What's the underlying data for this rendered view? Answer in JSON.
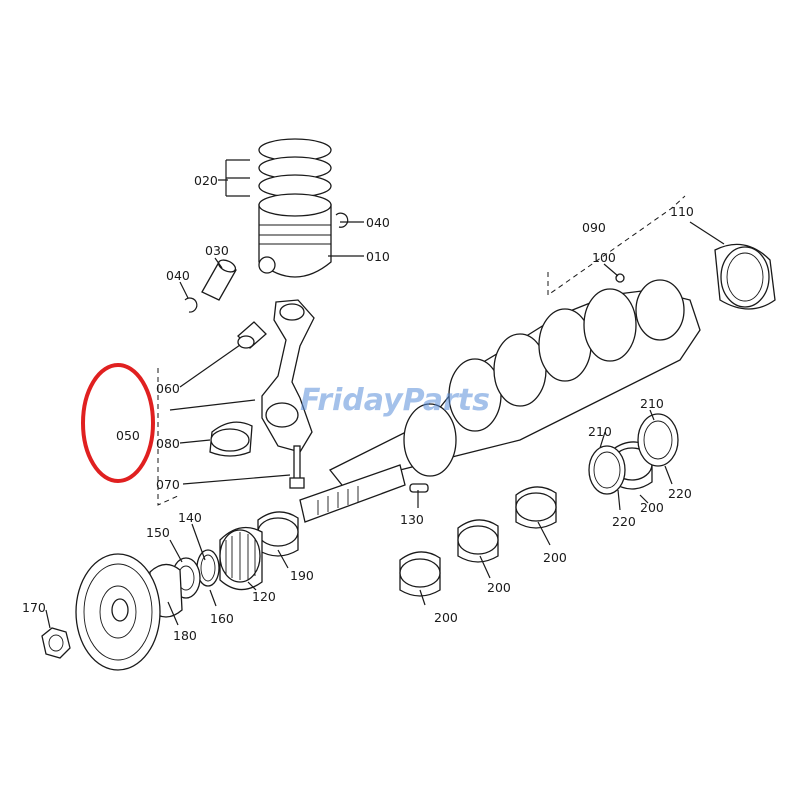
{
  "watermark": "FridayParts",
  "highlight_color": "#e02020",
  "callouts": {
    "c010": "010",
    "c020": "020",
    "c030": "030",
    "c040a": "040",
    "c040b": "040",
    "c050": "050",
    "c060": "060",
    "c070": "070",
    "c080": "080",
    "c090": "090",
    "c100": "100",
    "c110": "110",
    "c120": "120",
    "c130": "130",
    "c140": "140",
    "c150": "150",
    "c160": "160",
    "c170": "170",
    "c180": "180",
    "c190": "190",
    "c200a": "200",
    "c200b": "200",
    "c200c": "200",
    "c200d": "200",
    "c210a": "210",
    "c210b": "210",
    "c220a": "220",
    "c220b": "220"
  }
}
